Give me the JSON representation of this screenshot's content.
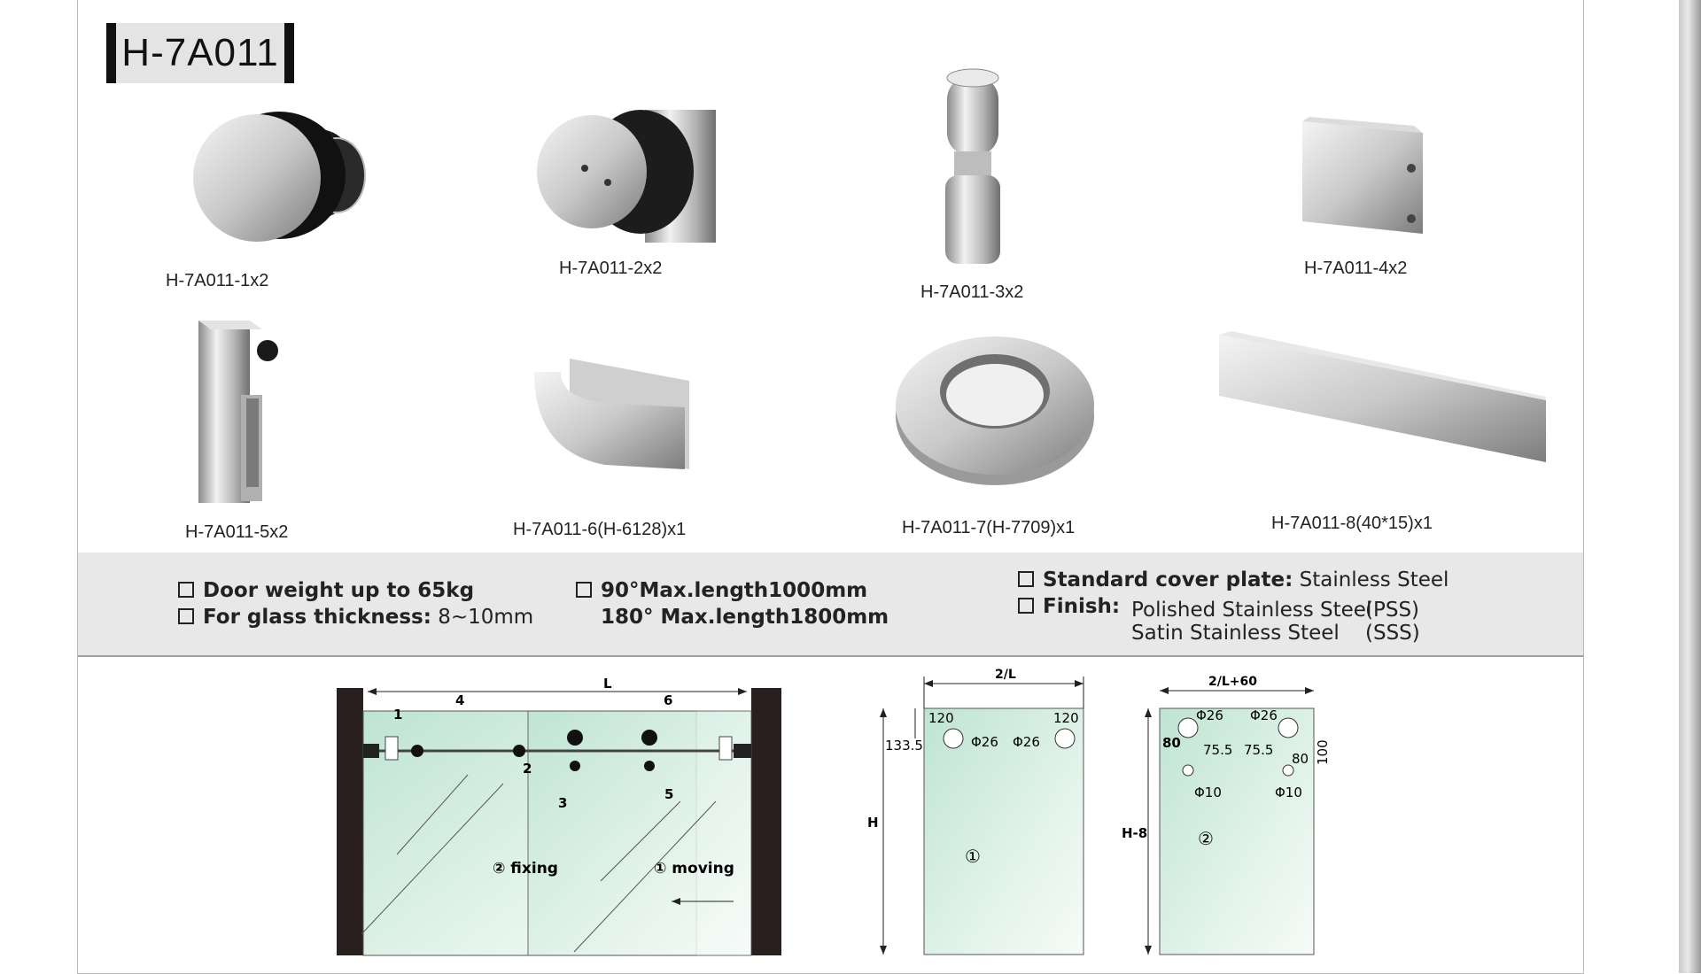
{
  "title": "H-7A011",
  "products": [
    {
      "code": "H-7A011-1x2"
    },
    {
      "code": "H-7A011-2x2"
    },
    {
      "code": "H-7A011-3x2"
    },
    {
      "code": "H-7A011-4x2"
    },
    {
      "code": "H-7A011-5x2"
    },
    {
      "code": "H-7A011-6(H-6128)x1"
    },
    {
      "code": "H-7A011-7(H-7709)x1"
    },
    {
      "code": "H-7A011-8(40*15)x1"
    }
  ],
  "specs": {
    "door_weight": "Door weight up to 65kg",
    "glass_label": "For glass thickness:",
    "glass_value": "8~10mm",
    "len90": "90°Max.length1000mm",
    "len180": "180° Max.length1800mm",
    "cover_label": "Standard cover plate:",
    "cover_value": "Stainless Steel",
    "finish_label": "Finish:",
    "finish1_name": "Polished Stainless Steel",
    "finish1_code": "(PSS)",
    "finish2_name": "Satin Stainless Steel",
    "finish2_code": "(SSS)"
  },
  "diagram1": {
    "L": "L",
    "n1": "1",
    "n2": "2",
    "n3": "3",
    "n4": "4",
    "n5": "5",
    "n6": "6",
    "fixing": "② fixing",
    "moving": "① moving"
  },
  "diagram2": {
    "width": "2/L",
    "left_off": "120",
    "right_off": "120",
    "top_off": "133.5",
    "hole_l": "Φ26",
    "hole_r": "Φ26",
    "height": "H",
    "panel": "①"
  },
  "diagram3": {
    "width": "2/L+60",
    "hole1": "Φ26",
    "hole2": "Φ26",
    "left_off": "80",
    "right_off": "80",
    "v1": "75.5",
    "v2": "75.5",
    "top": "100",
    "small1": "Φ10",
    "small2": "Φ10",
    "height": "H-8",
    "panel": "②"
  }
}
